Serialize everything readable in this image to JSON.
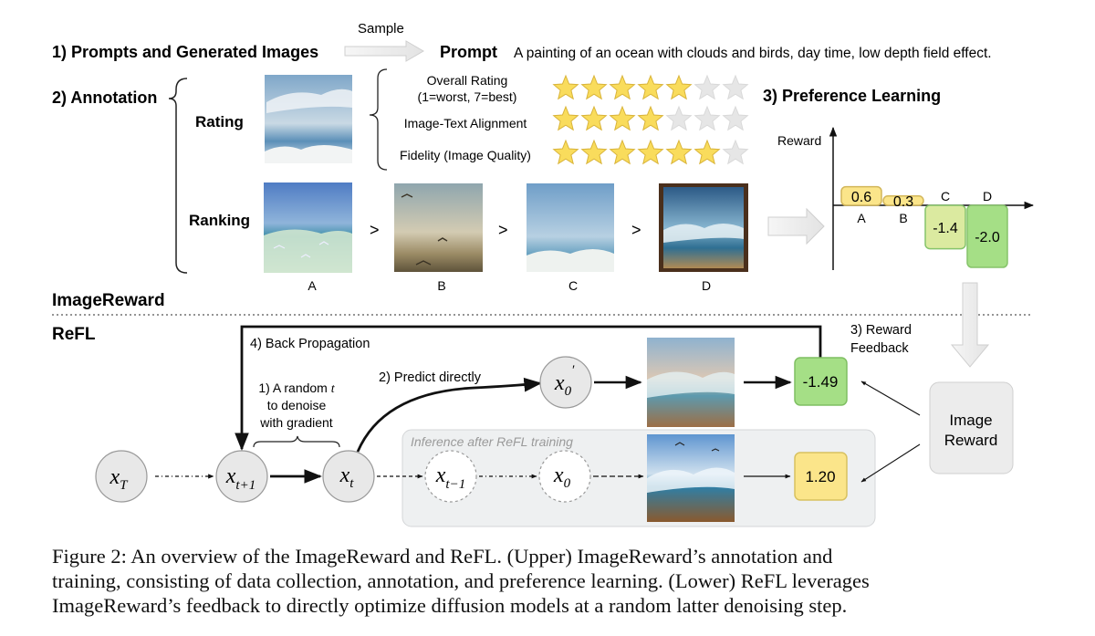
{
  "section1": {
    "title": "1) Prompts and Generated Images",
    "sample_label": "Sample",
    "prompt_label": "Prompt",
    "prompt_text": "A painting of an ocean with clouds and birds, day time, low depth field effect."
  },
  "section2": {
    "title": "2) Annotation",
    "rating_label": "Rating",
    "ranking_label": "Ranking",
    "criteria": [
      {
        "label_line1": "Overall Rating",
        "label_line2": "(1=worst, 7=best)",
        "stars_filled": 5,
        "stars_total": 7
      },
      {
        "label_line1": "Image-Text Alignment",
        "label_line2": "",
        "stars_filled": 4,
        "stars_total": 7
      },
      {
        "label_line1": "Fidelity (Image Quality)",
        "label_line2": "",
        "stars_filled": 6,
        "stars_total": 7
      }
    ],
    "ranking_symbol": ">",
    "ranking_images": [
      "A",
      "B",
      "C",
      "D"
    ]
  },
  "section3": {
    "title": "3) Preference Learning",
    "y_axis_label": "Reward",
    "bars": [
      {
        "label": "A",
        "value": 0.6,
        "text": "0.6",
        "color": "#fbe58a"
      },
      {
        "label": "B",
        "value": 0.3,
        "text": "0.3",
        "color": "#fbe58a"
      },
      {
        "label": "C",
        "value": -1.4,
        "text": "-1.4",
        "color": "#dbeaa0"
      },
      {
        "label": "D",
        "value": -2.0,
        "text": "-2.0",
        "color": "#a5df86"
      }
    ]
  },
  "imagereward_label": "ImageReward",
  "refl_label": "ReFL",
  "refl": {
    "back_propagation": "4) Back Propagation",
    "random_t_line1": "1) A random ",
    "random_t_var": "t",
    "random_t_line2": "to denoise",
    "random_t_line3": "with gradient",
    "predict_directly": "2) Predict directly",
    "reward_feedback_line1": "3) Reward",
    "reward_feedback_line2": "Feedback",
    "inference_label": "Inference after ReFL training",
    "predicted_reward": "-1.49",
    "inference_reward": "1.20",
    "image_reward_box_line1": "Image",
    "image_reward_box_line2": "Reward",
    "nodes": {
      "xT": "x",
      "xT_sub": "T",
      "xt1": "x",
      "xt1_sub": "t+1",
      "xt": "x",
      "xt_sub": "t",
      "xtm1": "x",
      "xtm1_sub": "t−1",
      "x0": "x",
      "x0_sub": "0",
      "x0p": "x",
      "x0p_sub": "0",
      "x0p_sup": "′"
    }
  },
  "caption": {
    "line1": "Figure 2:  An overview of the ImageReward and ReFL. (Upper) ImageReward’s annotation and",
    "line2": "training, consisting of data collection, annotation, and preference learning. (Lower) ReFL leverages",
    "line3": "ImageReward’s feedback to directly optimize diffusion models at a random latter denoising step."
  },
  "colors": {
    "star_fill": "#f9dc5c",
    "star_stroke": "#d9b43a",
    "star_empty": "#e6e6e6",
    "reward_negative": "#a5df86",
    "reward_positive": "#fbe58a",
    "gray_box": "#ececec",
    "inference_region": "#eef0f1"
  }
}
